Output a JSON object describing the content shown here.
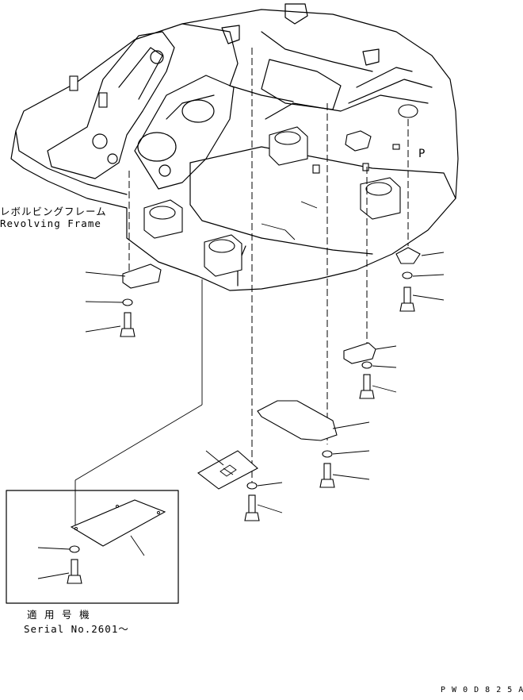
{
  "frame_label_jp": "レボルビングフレーム",
  "frame_label_en": "Revolving Frame",
  "marker_p": "P",
  "serial_label_jp": "適 用 号 機",
  "serial_label_en": "Serial No.2601～",
  "drawing_code": "P W 0 D 8 2 5 A"
}
